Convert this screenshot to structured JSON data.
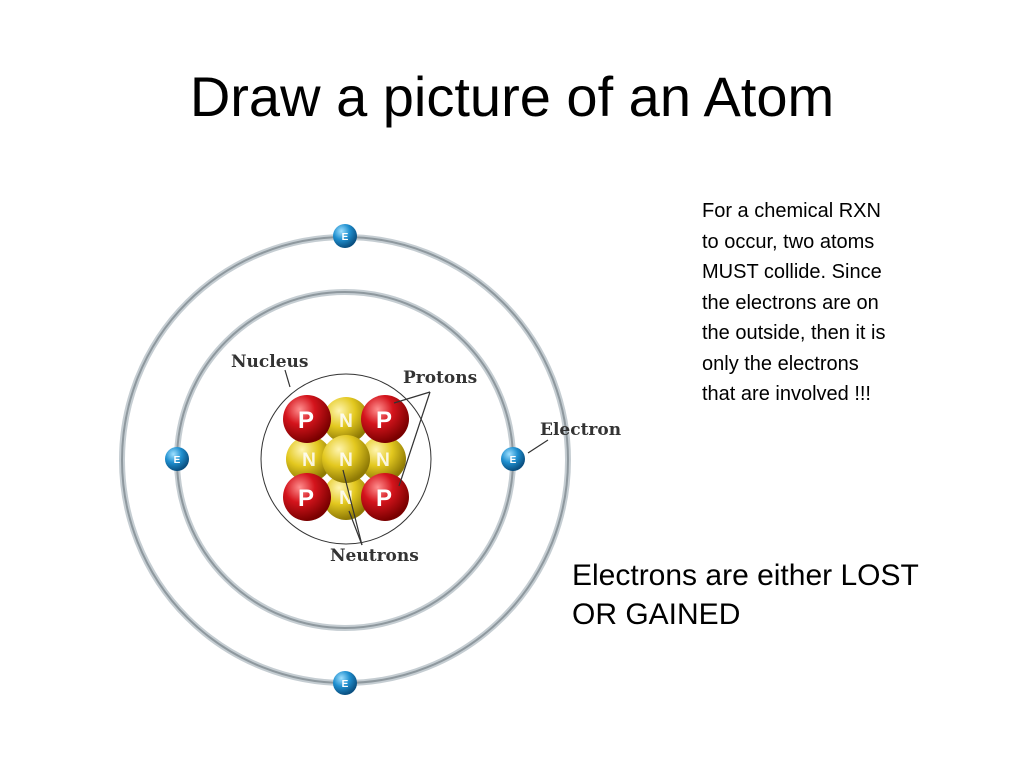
{
  "slide": {
    "title": "Draw a picture of an Atom",
    "note_lines": [
      "For a chemical RXN",
      "to occur, two atoms",
      "MUST collide. Since",
      "the electrons are on",
      "the outside, then it is",
      "only the electrons",
      "that are involved !!!"
    ],
    "callout_lines": [
      "Electrons are either LOST",
      "OR GAINED"
    ]
  },
  "diagram": {
    "labels": {
      "nucleus": "Nucleus",
      "protons": "Protons",
      "electron": "Electron",
      "neutrons": "Neutrons"
    },
    "particle_letters": {
      "proton": "P",
      "neutron": "N",
      "electron": "E"
    },
    "colors": {
      "proton": "#d4141c",
      "neutron": "#e3c81f",
      "electron": "#1f8fcf",
      "orbit": "#9aa4aa"
    }
  }
}
